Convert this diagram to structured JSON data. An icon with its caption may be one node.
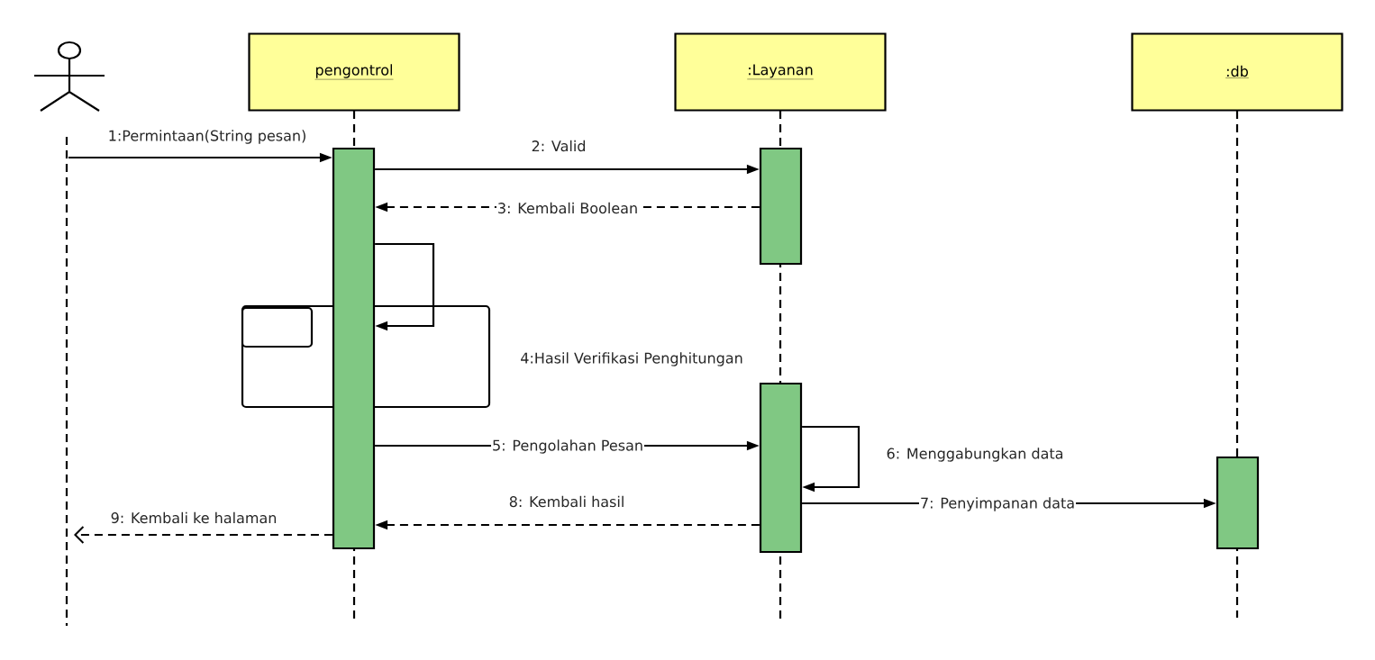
{
  "diagram": {
    "nodes": [
      {
        "text": [],
        "shape": "person"
      },
      {
        "text": [
          "pengontrol"
        ]
      },
      {
        "text": [
          ":Layanan"
        ]
      },
      {
        "text": [
          ":db"
        ]
      },
      {
        "text": [],
        "shape": "bar"
      },
      {
        "text": [],
        "shape": "bar"
      },
      {
        "text": [],
        "shape": "bar"
      },
      {
        "text": [],
        "shape": "bar"
      }
    ],
    "edges": [
      {
        "from": null,
        "to": 4,
        "arrow": "to",
        "label": "1:Permintaan(String pesan)"
      },
      {
        "from": 4,
        "to": 5,
        "arrow": "to",
        "label": "2: Valid"
      },
      {
        "from": 5,
        "to": 4,
        "arrow": "to",
        "label": "3: Kembali Boolean",
        "style": "dashed"
      },
      {
        "from": 4,
        "to": 4,
        "arrow": "to"
      },
      {
        "from": 4,
        "to": 6,
        "arrow": "to",
        "label": "5: Pengolahan Pesan"
      },
      {
        "from": 6,
        "to": 6,
        "arrow": "to",
        "label": "6: Menggabungkan data"
      },
      {
        "from": 6,
        "to": 7,
        "arrow": "to",
        "label": "7: Penyimpanan data"
      },
      {
        "from": 6,
        "to": 4,
        "arrow": "to",
        "label": "8: Kembali hasil",
        "style": "dashed"
      },
      {
        "from": 4,
        "to": null,
        "arrow": "to",
        "label": "9: Kembali ke halaman",
        "style": "dashed"
      }
    ],
    "labels": [
      "4:Hasil Verifikasi Penghitungan"
    ]
  }
}
